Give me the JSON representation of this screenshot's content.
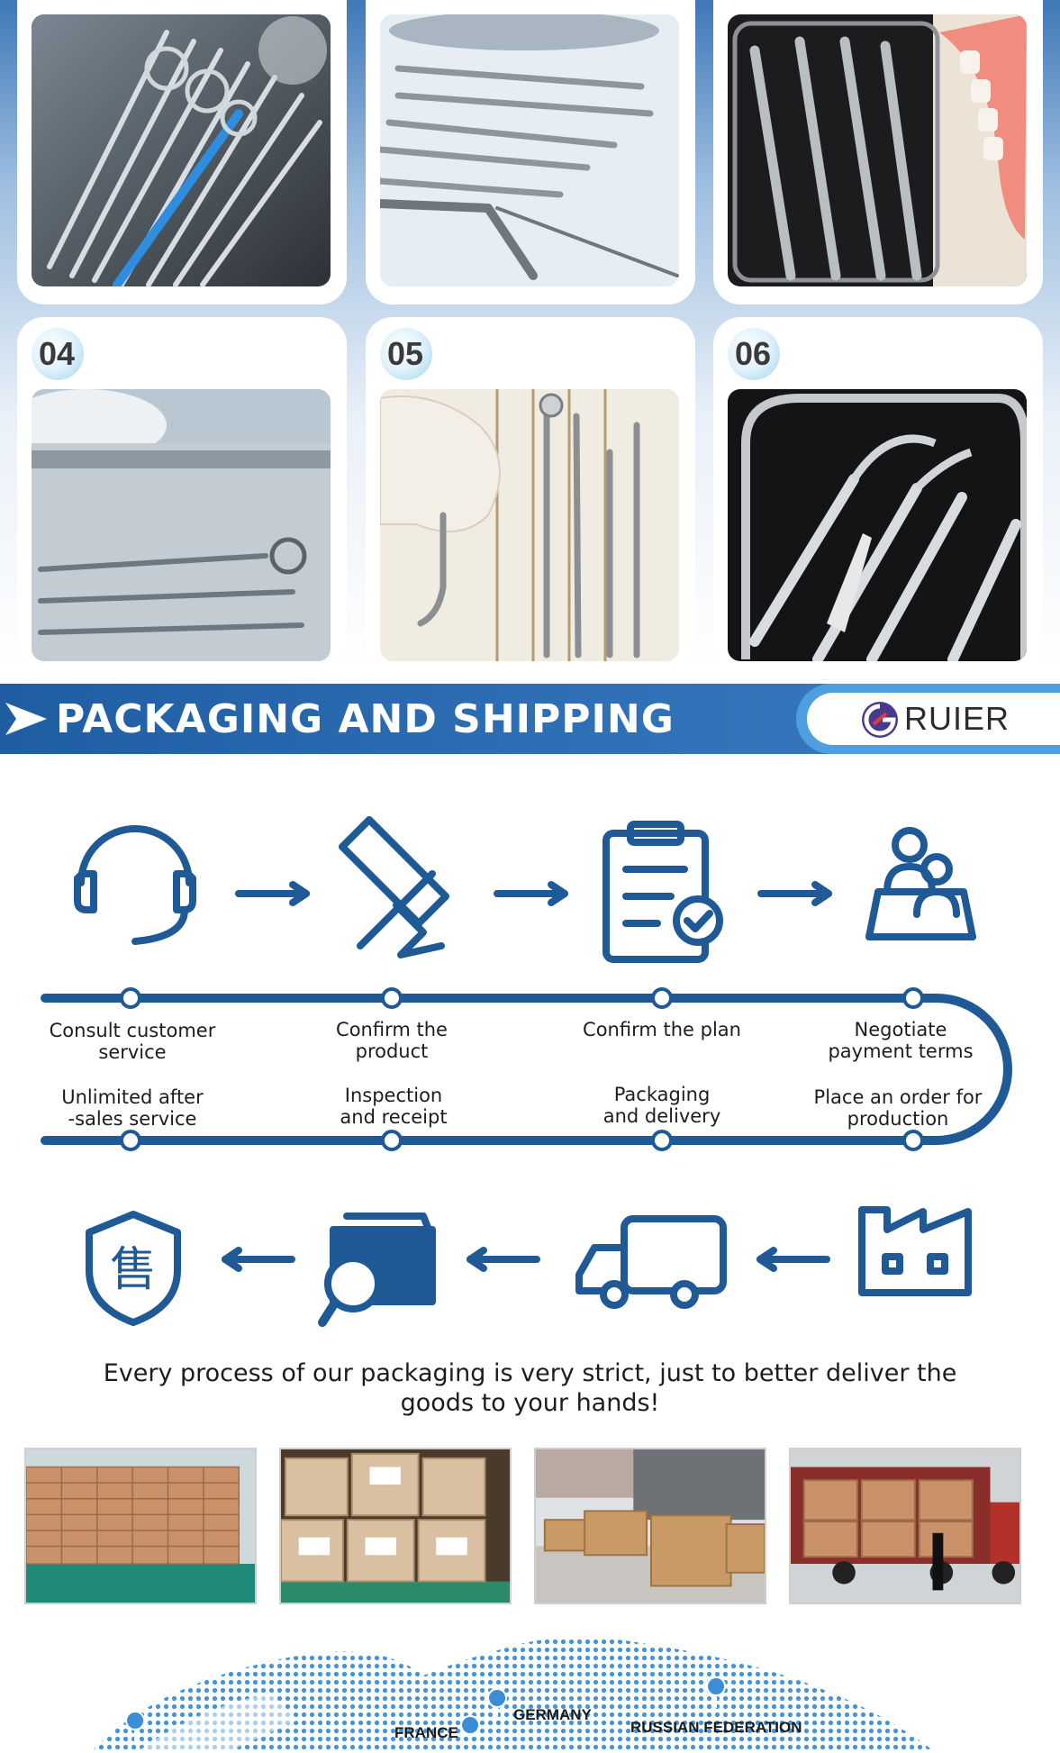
{
  "gallery": {
    "cards": [
      {
        "number": "",
        "photo": "dental-instruments-tray"
      },
      {
        "number": "",
        "photo": "forceps-row"
      },
      {
        "number": "",
        "photo": "probe-set-with-teeth-model"
      },
      {
        "number": "04",
        "photo": "instruments-in-tray"
      },
      {
        "number": "05",
        "photo": "gloved-hand-with-probes"
      },
      {
        "number": "06",
        "photo": "instruments-in-foam-case"
      }
    ]
  },
  "banner": {
    "title": "PACKAGING AND SHIPPING",
    "brand": "RUIER",
    "colors": {
      "banner": "#2a66ad",
      "accent": "#4f9fe0"
    }
  },
  "process": {
    "icon_color": "#1f5a96",
    "top_row_icons": [
      "headset-icon",
      "pencil-ruler-icon",
      "clipboard-check-icon",
      "negotiation-icon"
    ],
    "bottom_row_icons": [
      "after-sales-shield-icon",
      "package-search-icon",
      "delivery-truck-icon",
      "factory-icon"
    ],
    "top_labels": [
      "Consult customer\nservice",
      "Confirm the\nproduct",
      "Confirm the plan",
      "Negotiate\npayment terms"
    ],
    "bottom_labels": [
      "Unlimited after\n-sales service",
      "Inspection\nand receipt",
      "Packaging\nand delivery",
      "Place an order for\nproduction"
    ],
    "shield_glyph": "售"
  },
  "tagline": "Every process of our packaging is very strict, just to better deliver the goods to your hands!",
  "packaging_photos": [
    "stacked-cartons-warehouse",
    "labeled-boxes",
    "wooden-crates-outdoor",
    "truck-loading"
  ],
  "map": {
    "labels": [
      "FRANCE",
      "GERMANY",
      "RUSSIAN FEDERATION"
    ],
    "pin_color": "#3b8ed6"
  }
}
